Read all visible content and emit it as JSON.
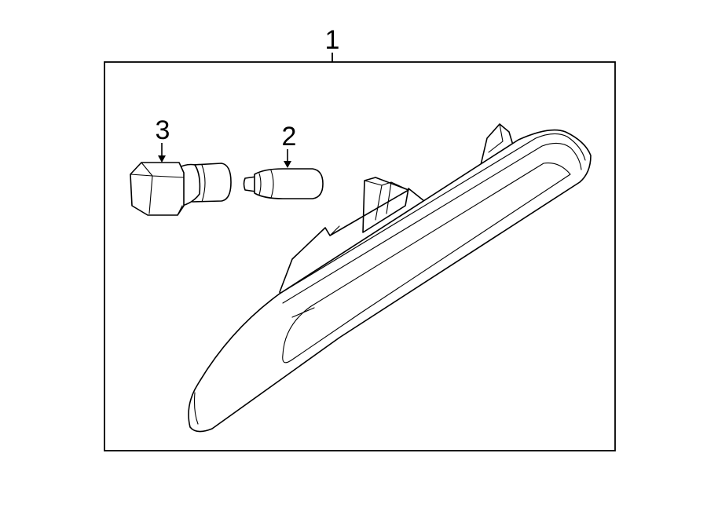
{
  "diagram": {
    "callouts": {
      "assembly": "1",
      "bulb": "2",
      "socket": "3"
    },
    "colors": {
      "line": "#000000",
      "background": "#ffffff"
    }
  }
}
